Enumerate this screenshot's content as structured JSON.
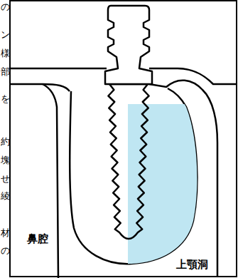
{
  "diagram": {
    "labels": [
      "の",
      "ン",
      "様",
      "部",
      "を",
      "約",
      "塊",
      "せ",
      "綾",
      "材",
      "の",
      "鼻腔",
      "上顎洞"
    ]
  }
}
